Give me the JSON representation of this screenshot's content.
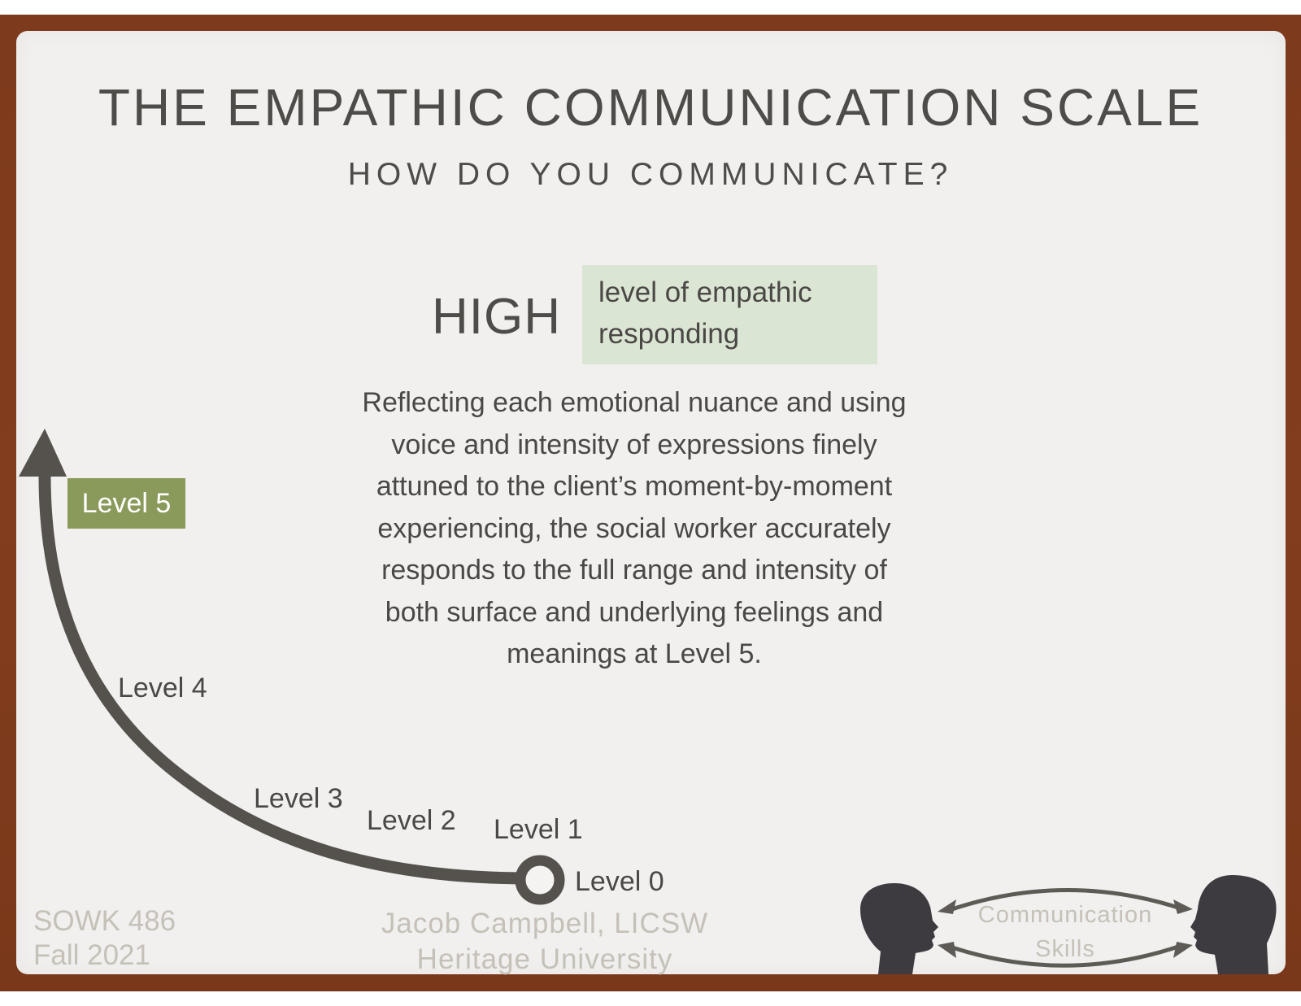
{
  "slide": {
    "title": "THE EMPATHIC COMMUNICATION SCALE",
    "subtitle": "HOW DO YOU COMMUNICATE?",
    "level_heading": "HIGH",
    "level_tag_line1": "level of empathic",
    "level_tag_line2": "responding",
    "description": "Reflecting each emotional nuance and using voice and intensity of expressions finely attuned to the client’s moment-by-moment experiencing, the social worker accurately responds to the full range and intensity of both surface and underlying feelings and meanings at Level 5.",
    "description_lines": [
      "Reflecting each emotional nuance and using",
      "voice and intensity of expressions finely",
      "attuned to the client’s moment-by-moment",
      "experiencing, the social worker accurately",
      "responds to the full range and intensity of",
      "both surface and underlying feelings and",
      "meanings at Level 5."
    ]
  },
  "scale": {
    "levels": [
      {
        "label": "Level 0"
      },
      {
        "label": "Level 1"
      },
      {
        "label": "Level 2"
      },
      {
        "label": "Level 3"
      },
      {
        "label": "Level 4"
      },
      {
        "label": "Level 5",
        "highlighted": true
      }
    ],
    "highlight_color": "#8a9a5b",
    "curve_color": "#55524e"
  },
  "footer": {
    "course": "SOWK 486",
    "term": "Fall 2021",
    "author": "Jacob Campbell, LICSW",
    "institution": "Heritage University",
    "graphic_line1": "Communication",
    "graphic_line2": "Skills"
  },
  "colors": {
    "frame": "#7e3a1c",
    "card": "#f1f0ee",
    "text": "#4e4c49",
    "tag_bg": "#dbe5d4",
    "footer_text": "#c5c0b8",
    "silhouette": "#3d3b40"
  }
}
